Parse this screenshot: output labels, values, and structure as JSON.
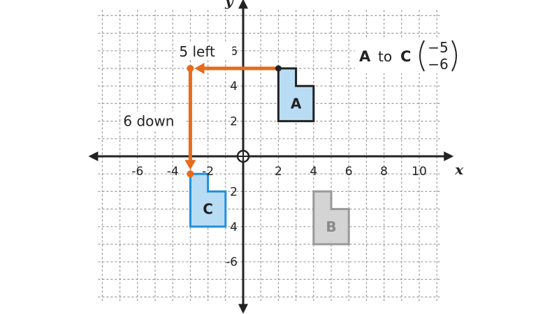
{
  "x_axis": {
    "name": "x",
    "min": -8,
    "max": 11,
    "ticks": [
      "-6",
      "-4",
      "-2",
      "2",
      "4",
      "6",
      "8",
      "10"
    ],
    "tick_values": [
      -6,
      -4,
      -2,
      2,
      4,
      6,
      8,
      10
    ]
  },
  "y_axis": {
    "name": "y",
    "min": -8,
    "max": 8,
    "ticks": [
      "6",
      "4",
      "2",
      "2",
      "4",
      "-6"
    ],
    "tick_values": [
      6,
      4,
      2,
      -2,
      -4,
      -6
    ]
  },
  "shapes": [
    {
      "label": "A",
      "points": [
        [
          2,
          5
        ],
        [
          3,
          5
        ],
        [
          3,
          4
        ],
        [
          4,
          4
        ],
        [
          4,
          2
        ],
        [
          2,
          2
        ]
      ],
      "label_at": [
        3,
        3
      ],
      "fill": "#b9dcf5",
      "stroke": "#222222",
      "text_color": "#222222"
    },
    {
      "label": "B",
      "points": [
        [
          4,
          -2
        ],
        [
          5,
          -2
        ],
        [
          5,
          -3
        ],
        [
          6,
          -3
        ],
        [
          6,
          -5
        ],
        [
          4,
          -5
        ]
      ],
      "label_at": [
        5,
        -4
      ],
      "fill": "#d4d4d4",
      "stroke": "#9a9a9a",
      "text_color": "#8a8a8a"
    },
    {
      "label": "C",
      "points": [
        [
          -3,
          -1
        ],
        [
          -2,
          -1
        ],
        [
          -2,
          -2
        ],
        [
          -1,
          -2
        ],
        [
          -1,
          -4
        ],
        [
          -3,
          -4
        ]
      ],
      "label_at": [
        -2,
        -3
      ],
      "fill": "#b9dcf5",
      "stroke": "#1f8fe0",
      "text_color": "#222222"
    }
  ],
  "translation": {
    "start": [
      2,
      5
    ],
    "corner": [
      -3,
      5
    ],
    "end": [
      -3,
      -1
    ],
    "color": "#e86a1a",
    "left_label": "5 left",
    "down_label": "6 down"
  },
  "vector_annotation": {
    "from": "A",
    "to_word": "to",
    "to": "C",
    "top": "−5",
    "bottom": "−6"
  },
  "colors": {
    "grid": "#9a9a9a",
    "axis": "#222222"
  }
}
